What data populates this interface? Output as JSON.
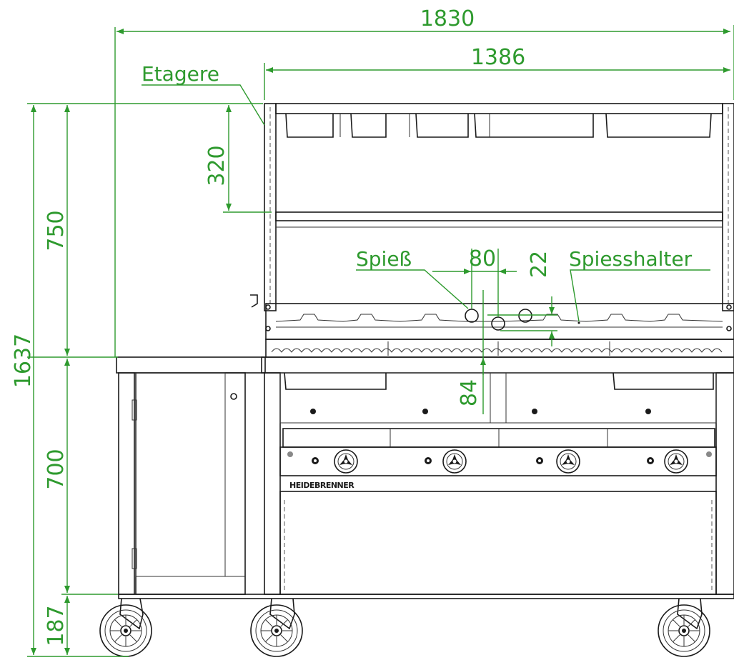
{
  "dimensions": {
    "total_width": "1830",
    "top_width": "1386",
    "total_height": "1637",
    "upper_height": "750",
    "etagere_height": "320",
    "base_height": "700",
    "caster_height": "187",
    "spit_spacing": "80",
    "holder_offset": "22",
    "spit_height": "84"
  },
  "labels": {
    "etagere": "Etagere",
    "spiess": "Spieß",
    "spiesshalter": "Spiesshalter",
    "brand": "HEIDEBRENNER"
  },
  "colors": {
    "dimension": "#2e9a2e",
    "outline": "#1a1a1a",
    "background": "#ffffff"
  }
}
